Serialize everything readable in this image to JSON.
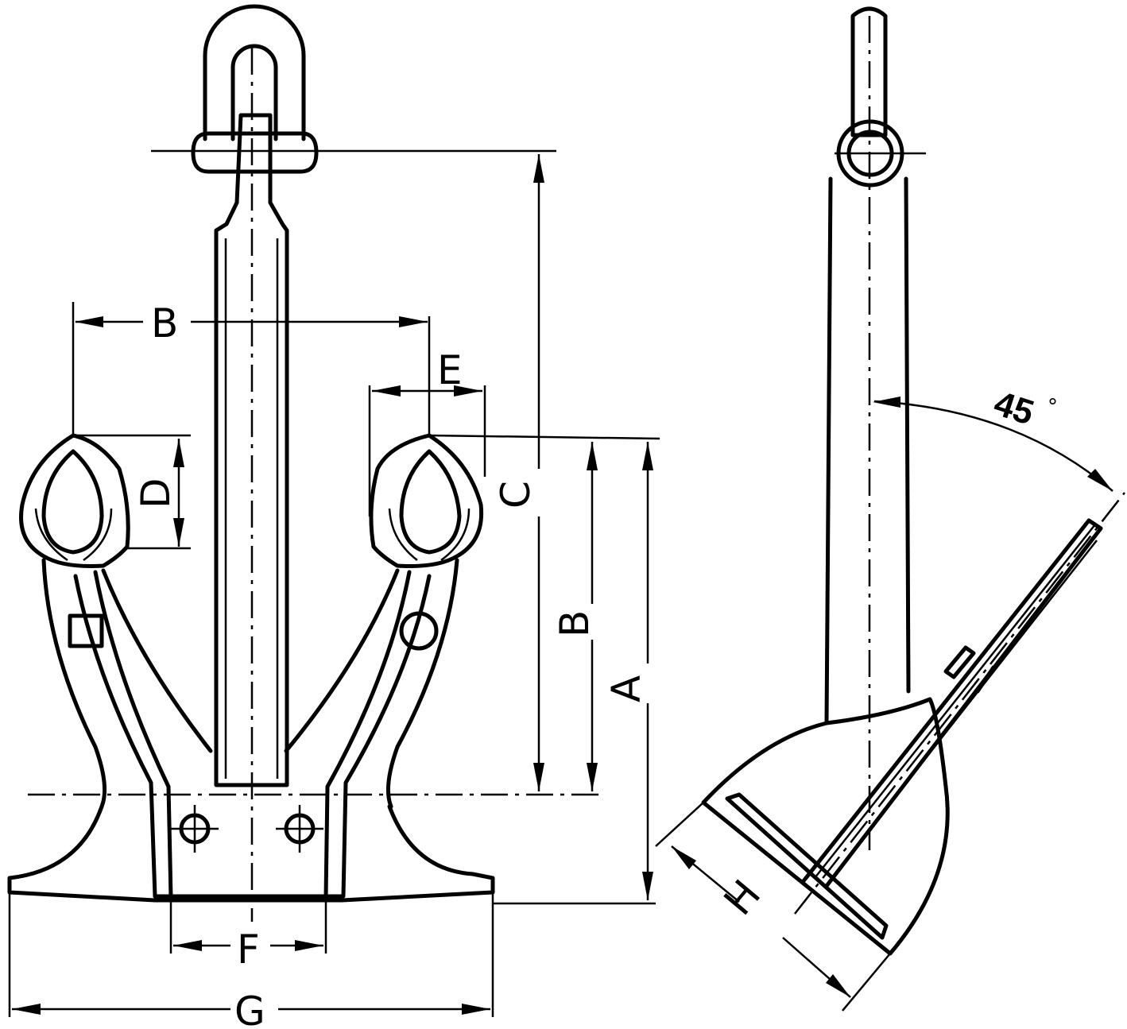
{
  "labels": {
    "A": "A",
    "B_top": "B",
    "B_side": "B",
    "C": "C",
    "D": "D",
    "E": "E",
    "F": "F",
    "G": "G",
    "H": "H",
    "angle": "45",
    "degree": "°"
  }
}
